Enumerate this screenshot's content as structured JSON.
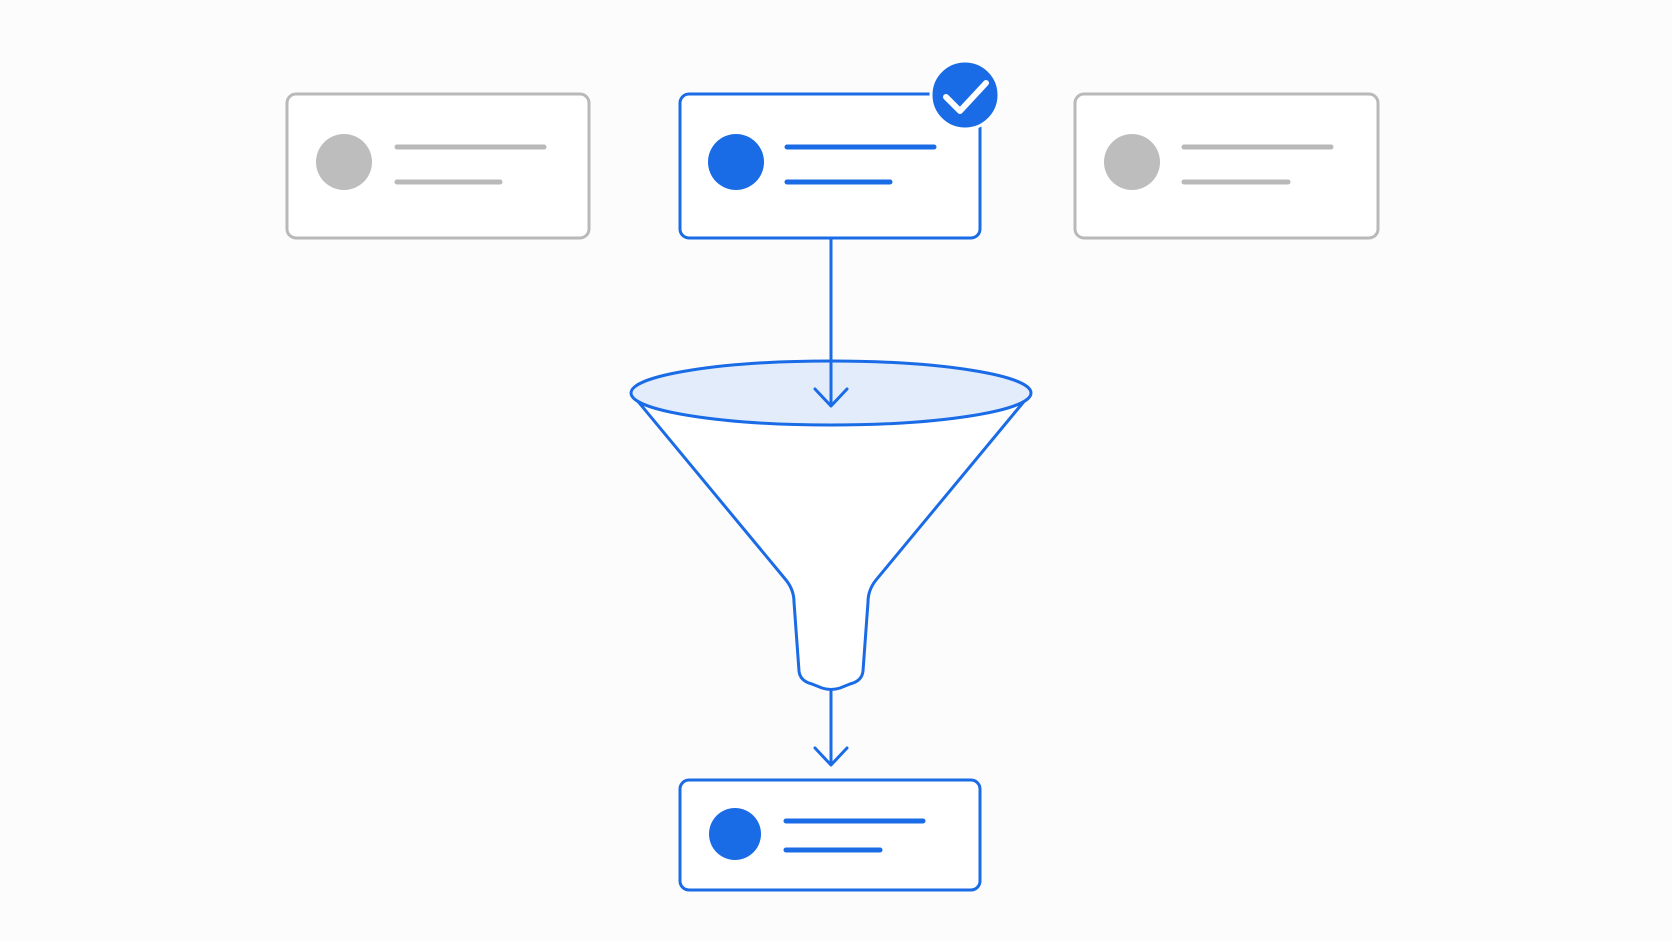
{
  "colors": {
    "background": "#fcfcfc",
    "accent": "#1a6be6",
    "accent_fill": "#1a6be6",
    "funnel_rim_fill": "#e2ecfb",
    "neutral_border": "#b9b9b9",
    "neutral_fill": "#bdbdbd",
    "check_glyph": "#ffffff"
  },
  "cards": [
    {
      "id": "candidate-1",
      "state": "unselected",
      "icon": "avatar-placeholder-icon"
    },
    {
      "id": "candidate-2",
      "state": "selected",
      "icon": "avatar-placeholder-icon",
      "badge_icon": "checkmark-badge-icon"
    },
    {
      "id": "candidate-3",
      "state": "unselected",
      "icon": "avatar-placeholder-icon"
    }
  ],
  "funnel": {
    "icon": "funnel-icon"
  },
  "result_card": {
    "id": "result",
    "state": "selected",
    "icon": "avatar-placeholder-icon"
  },
  "arrows": [
    {
      "from": "candidate-2",
      "to": "funnel",
      "icon": "arrow-down-icon"
    },
    {
      "from": "funnel",
      "to": "result",
      "icon": "arrow-down-icon"
    }
  ]
}
